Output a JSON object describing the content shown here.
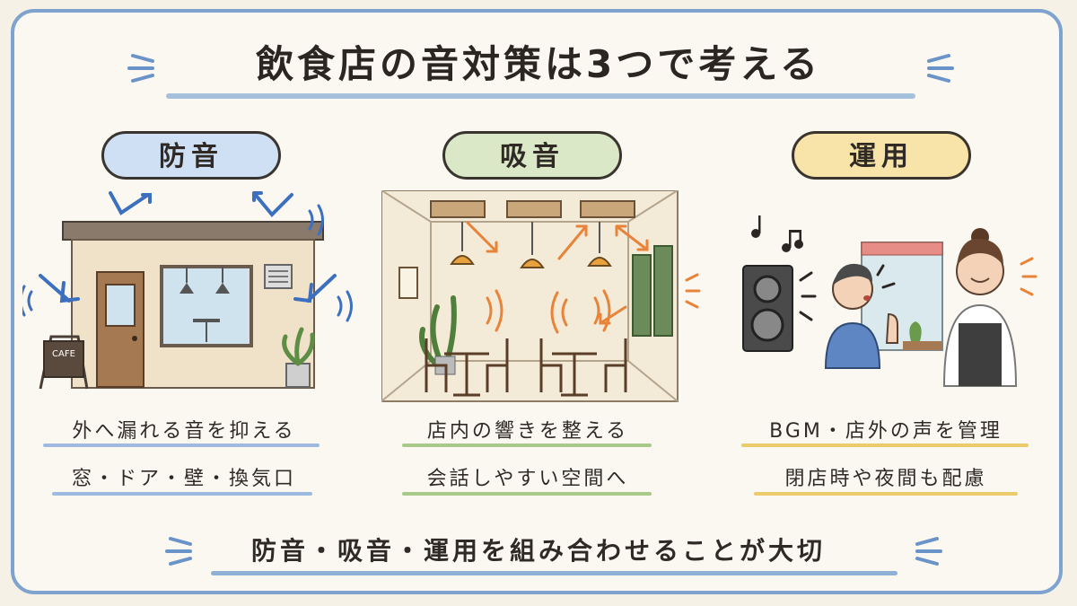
{
  "title": "飲食店の音対策は3つで考える",
  "sections": [
    {
      "heading": "防音",
      "lines": [
        "外へ漏れる音を抑える",
        "窓・ドア・壁・換気口"
      ],
      "sign_text": "CAFE",
      "color": "#cfe0f4"
    },
    {
      "heading": "吸音",
      "lines": [
        "店内の響きを整える",
        "会話しやすい空間へ"
      ],
      "color": "#dbe8c7"
    },
    {
      "heading": "運用",
      "lines": [
        "BGM・店外の声を管理",
        "閉店時や夜間も配慮"
      ],
      "color": "#f8e3a8"
    }
  ],
  "footer": "防音・吸音・運用を組み合わせることが大切",
  "colors": {
    "frame": "#7ea3cf",
    "arrow_blue": "#3d6fc0",
    "arrow_orange": "#e8843a",
    "background": "#fbf8f1"
  },
  "icons": [
    "storefront-illustration",
    "cafe-interior-illustration",
    "speaker-staff-illustration",
    "music-note-icon",
    "arrow-icon",
    "sound-wave-icon"
  ]
}
